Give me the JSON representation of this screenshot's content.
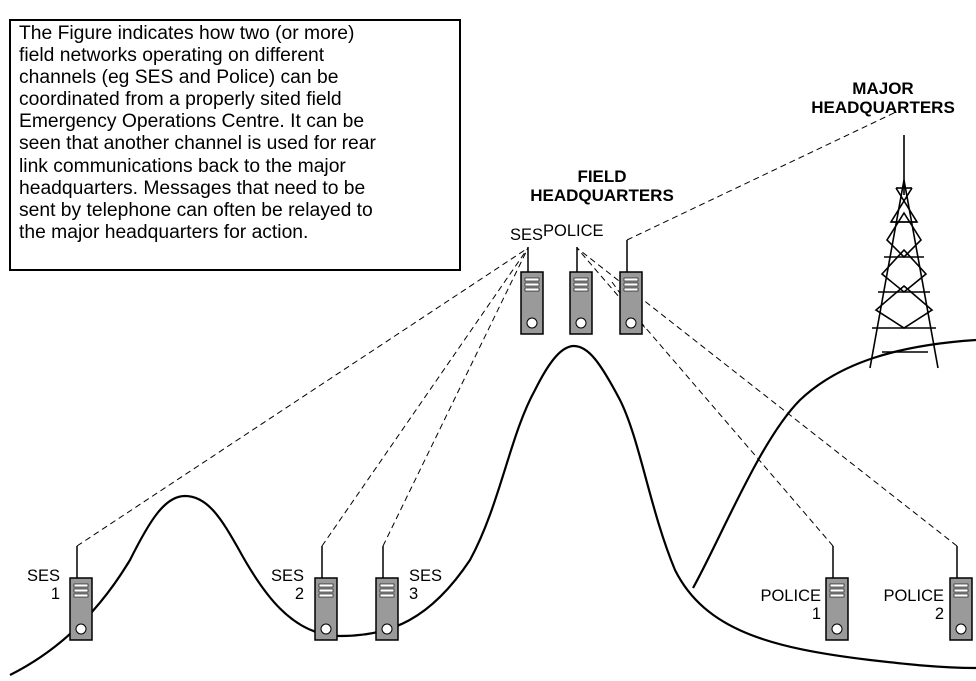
{
  "caption": "The Figure indicates how two (or more)\nfield networks operating on different\nchannels (eg SES and Police) can be\ncoordinated from a properly sited field\nEmergency Operations Centre.  It can be\nseen that another channel is used for rear\nlink communications back to the major\nheadquarters.  Messages that need to be\nsent by telephone can often be relayed to\nthe major headquarters for action.",
  "labels": {
    "major_hq": "MAJOR\nHEADQUARTERS",
    "field_hq": "FIELD\nHEADQUARTERS",
    "hq_ses": "SES",
    "hq_police": "POLICE",
    "ses1": "SES\n1",
    "ses2": "SES\n2",
    "ses3": "SES\n3",
    "police1": "POLICE\n1",
    "police2": "POLICE\n2"
  }
}
